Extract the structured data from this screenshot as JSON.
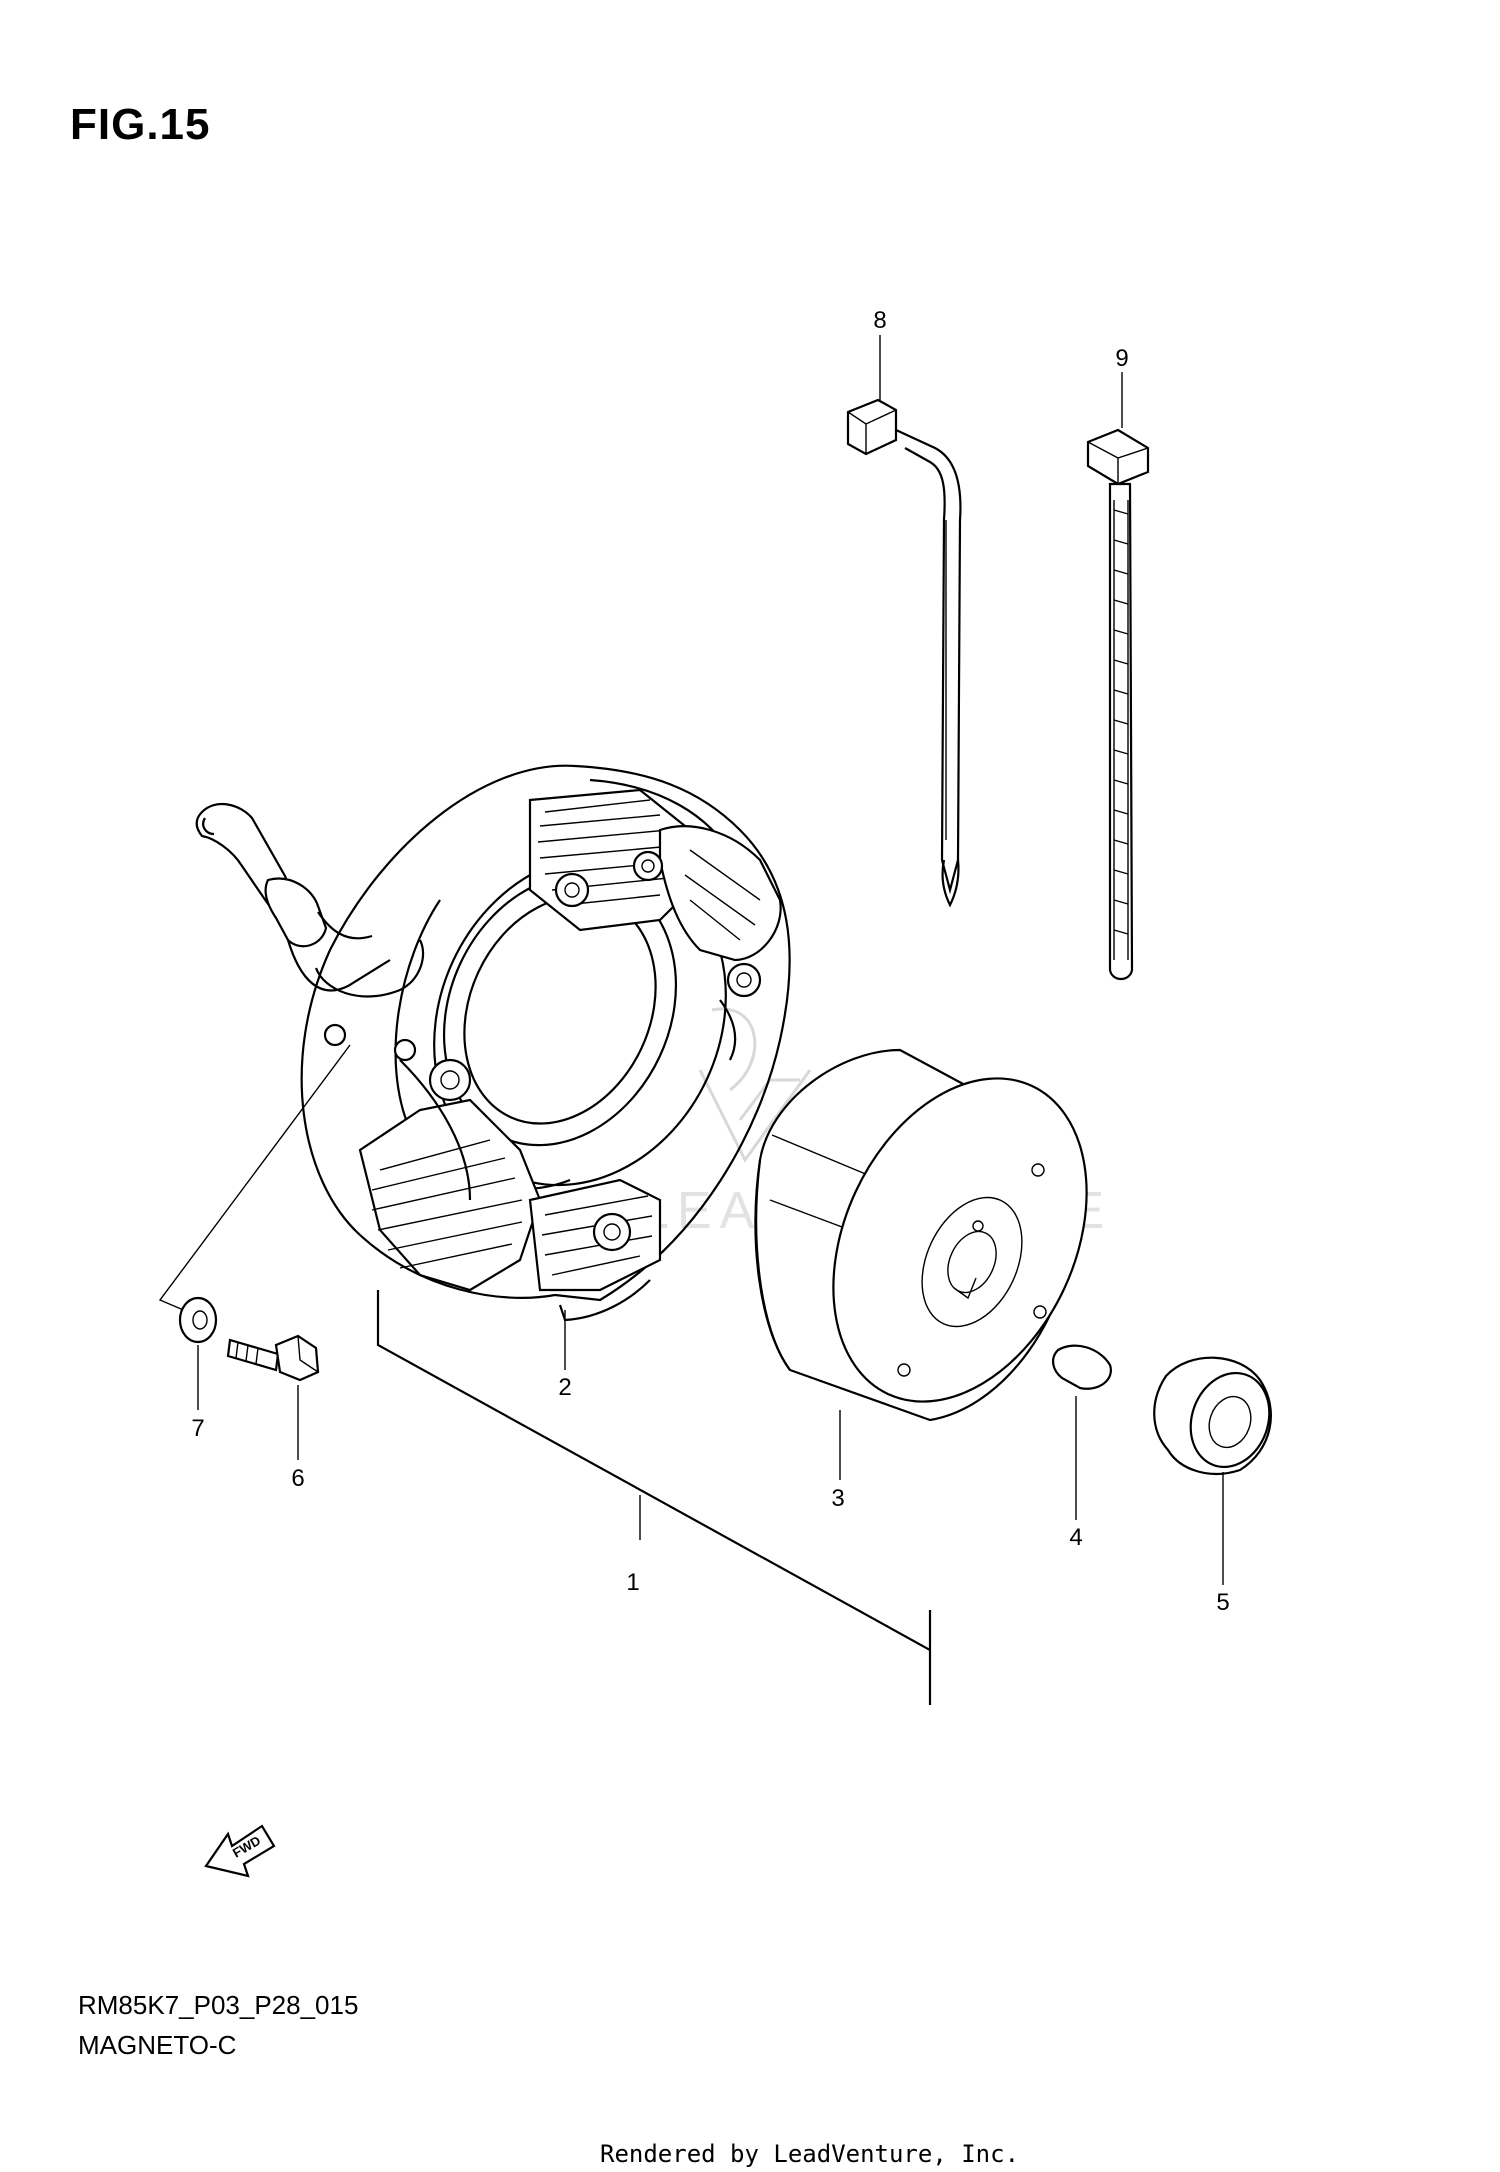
{
  "figure": {
    "title": "FIG.15"
  },
  "footer": {
    "code": "RM85K7_P03_P28_015",
    "name": "MAGNETO-C"
  },
  "credit": "Rendered by LeadVenture, Inc.",
  "fwd_label": "FWD",
  "callouts": [
    "1",
    "2",
    "3",
    "4",
    "5",
    "6",
    "7",
    "8",
    "9"
  ],
  "watermark": "LEADVENTURE"
}
